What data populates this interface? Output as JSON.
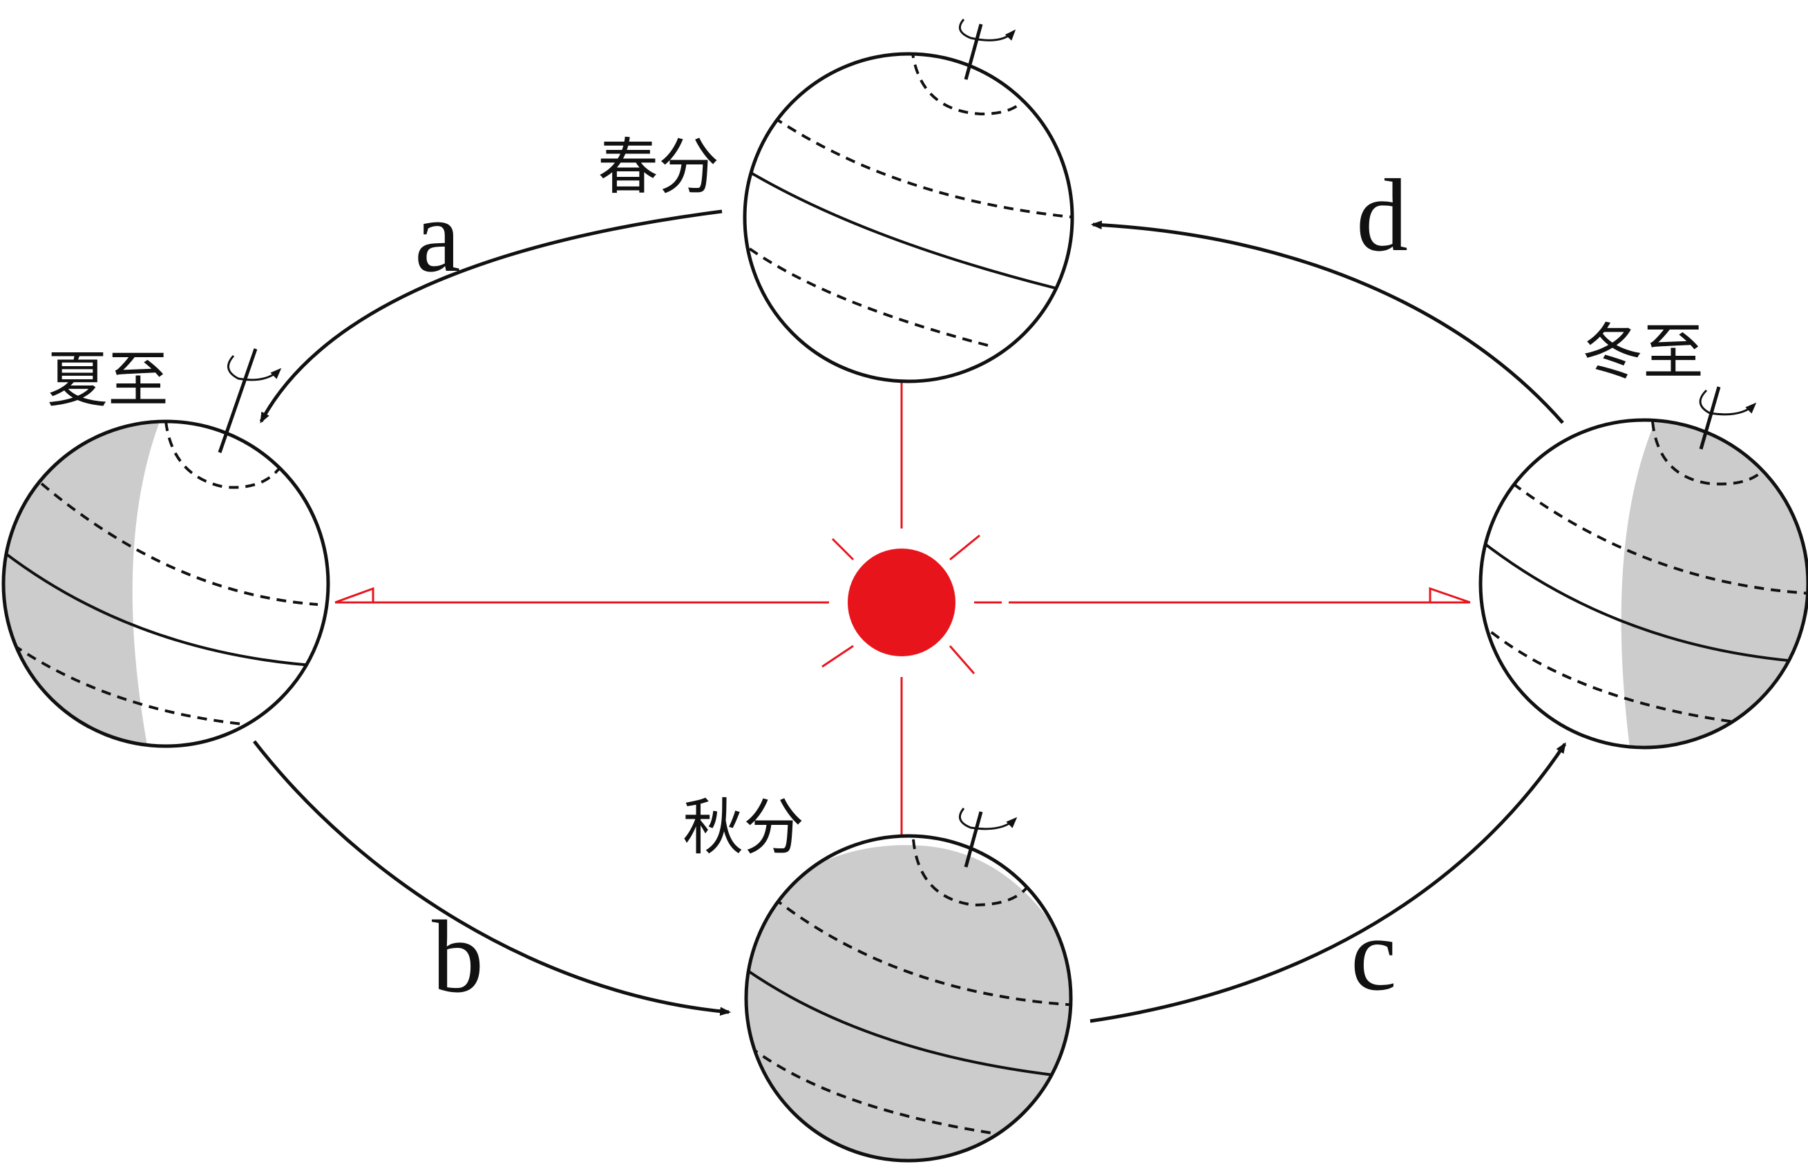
{
  "seasons": {
    "spring_equinox": "春分",
    "summer_solstice": "夏至",
    "autumn_equinox": "秋分",
    "winter_solstice": "冬至"
  },
  "segments": {
    "a": "a",
    "b": "b",
    "c": "c",
    "d": "d"
  },
  "colors": {
    "sun": "#e8141c",
    "sun_rays": "#e8141c",
    "night_shade": "#cccccc",
    "orbit": "#111111"
  },
  "icons": {
    "sun": "sun-icon",
    "earth": "earth-globe-icon",
    "rotation": "rotation-arrow-icon"
  }
}
